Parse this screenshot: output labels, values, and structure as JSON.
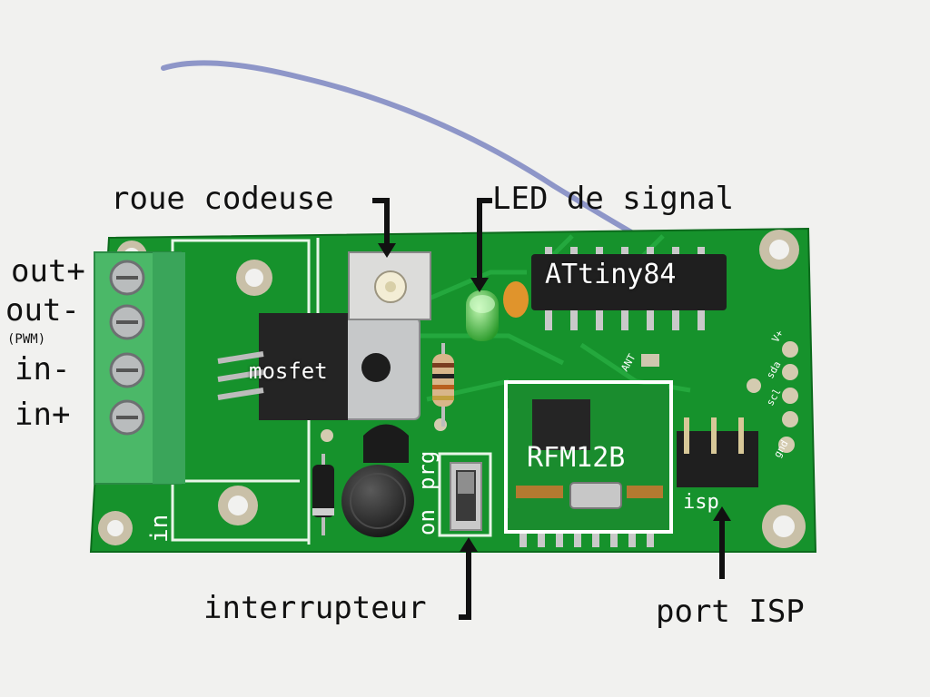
{
  "image": {
    "subject": "green PCB",
    "background_color": "#f1f1ef",
    "pcb_color": "#16922c",
    "annotation_color": "#111111"
  },
  "labels": {
    "roue_codeuse": "roue codeuse",
    "led_signal": "LED de signal",
    "attiny": "ATtiny84",
    "mosfet": "mosfet",
    "rfm": "RFM12B",
    "interrupteur": "interrupteur",
    "port_isp": "port ISP",
    "out_plus": "out+",
    "out_minus": "out-",
    "pwm": "(PWM)",
    "in_minus": "in-",
    "in_plus": "in+"
  },
  "silkscreen": {
    "in": "in",
    "on": "on",
    "prg": "prg",
    "isp": "isp",
    "ant": "ANT",
    "vplus": "V+",
    "sda": "sda",
    "scl": "scl",
    "gnd": "gnd"
  }
}
